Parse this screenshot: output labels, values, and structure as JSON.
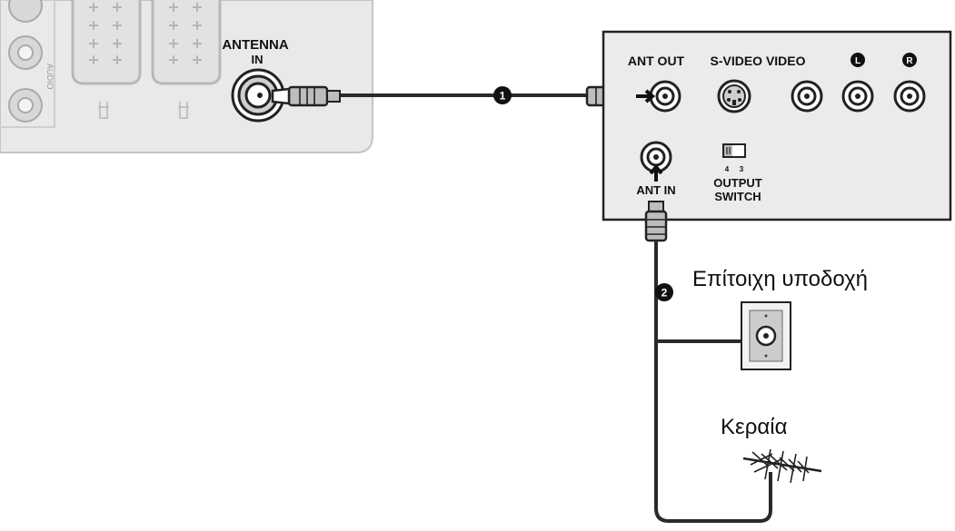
{
  "tv_panel": {
    "antenna_label_line1": "ANTENNA",
    "antenna_label_line2": "IN"
  },
  "vcr_panel": {
    "ant_out_label": "ANT OUT",
    "svideo_video_label": "S-VIDEO VIDEO",
    "left_audio_label": "L",
    "right_audio_label": "R",
    "ant_in_label": "ANT IN",
    "switch_pos_left": "4",
    "switch_pos_right": "3",
    "output_switch_line1": "OUTPUT",
    "output_switch_line2": "SWITCH"
  },
  "cable_markers": {
    "step1": "1",
    "step2": "2"
  },
  "wall_outlet_label": "Επίτοιχη υποδοχή",
  "antenna_label": "Κεραία",
  "colors": {
    "tv_panel_fill": "#e9e9e9",
    "tv_panel_stroke": "#c4c4c4",
    "cable": "#2a2a2a",
    "vcr_panel_fill": "#ebebeb"
  }
}
